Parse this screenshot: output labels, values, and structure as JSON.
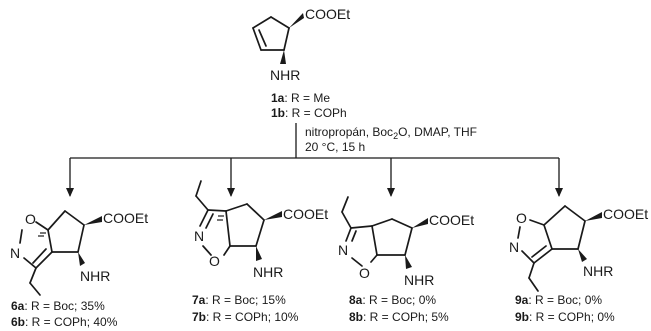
{
  "start": {
    "ester": "COOEt",
    "amine": "NHR",
    "labels": [
      {
        "id": "1a",
        "text": ": R = Me"
      },
      {
        "id": "1b",
        "text": ": R = COPh"
      }
    ]
  },
  "conditions": {
    "line1_a": "nitropropán, Boc",
    "line1_sub": "2",
    "line1_b": "O, DMAP, THF",
    "line2": "20 °C, 15 h"
  },
  "products": [
    {
      "ester": "COOEt",
      "amine": "NHR",
      "ring_o": "O",
      "ring_n": "N",
      "labels": [
        {
          "id": "6a",
          "text": ": R = Boc; 35%"
        },
        {
          "id": "6b",
          "text": ": R = COPh; 40%"
        }
      ]
    },
    {
      "ester": "COOEt",
      "amine": "NHR",
      "ring_o": "O",
      "ring_n": "N",
      "labels": [
        {
          "id": "7a",
          "text": ": R = Boc; 15%"
        },
        {
          "id": "7b",
          "text": ": R = COPh; 10%"
        }
      ]
    },
    {
      "ester": "COOEt",
      "amine": "NHR",
      "ring_o": "O",
      "ring_n": "N",
      "labels": [
        {
          "id": "8a",
          "text": ": R = Boc; 0%"
        },
        {
          "id": "8b",
          "text": ": R = COPh; 5%"
        }
      ]
    },
    {
      "ester": "COOEt",
      "amine": "NHR",
      "ring_o": "O",
      "ring_n": "N",
      "labels": [
        {
          "id": "9a",
          "text": ": R = Boc; 0%"
        },
        {
          "id": "9b",
          "text": ": R = COPh; 0%"
        }
      ]
    }
  ]
}
